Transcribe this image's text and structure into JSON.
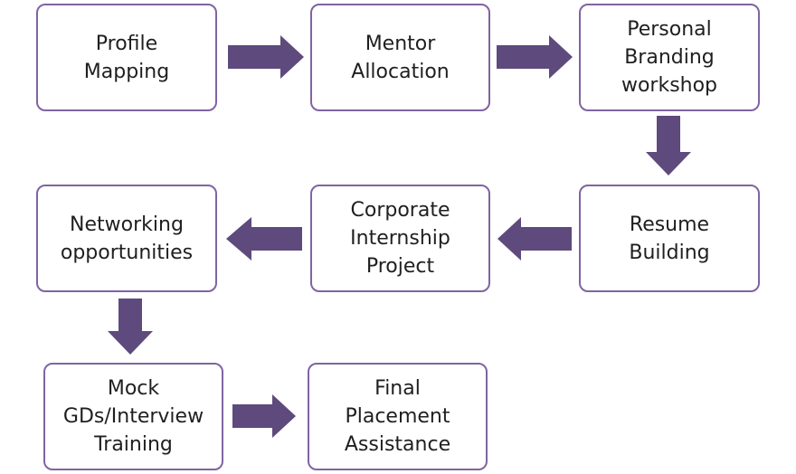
{
  "flow": {
    "accent_color": "#8064a2",
    "arrow_color": "#5e4a7d",
    "steps": [
      {
        "label": "Profile\nMapping"
      },
      {
        "label": "Mentor\nAllocation"
      },
      {
        "label": "Personal\nBranding\nworkshop"
      },
      {
        "label": "Resume\nBuilding"
      },
      {
        "label": "Corporate\nInternship\nProject"
      },
      {
        "label": "Networking\nopportunities"
      },
      {
        "label": "Mock\nGDs/Interview\nTraining"
      },
      {
        "label": "Final\nPlacement\nAssistance"
      }
    ],
    "arrows": [
      {
        "from": 1,
        "to": 2,
        "direction": "right",
        "icon": "arrow-right-icon"
      },
      {
        "from": 2,
        "to": 3,
        "direction": "right",
        "icon": "arrow-right-icon"
      },
      {
        "from": 3,
        "to": 4,
        "direction": "down",
        "icon": "arrow-down-icon"
      },
      {
        "from": 4,
        "to": 5,
        "direction": "left",
        "icon": "arrow-left-icon"
      },
      {
        "from": 5,
        "to": 6,
        "direction": "left",
        "icon": "arrow-left-icon"
      },
      {
        "from": 6,
        "to": 7,
        "direction": "down",
        "icon": "arrow-down-icon"
      },
      {
        "from": 7,
        "to": 8,
        "direction": "right",
        "icon": "arrow-right-icon"
      }
    ]
  }
}
